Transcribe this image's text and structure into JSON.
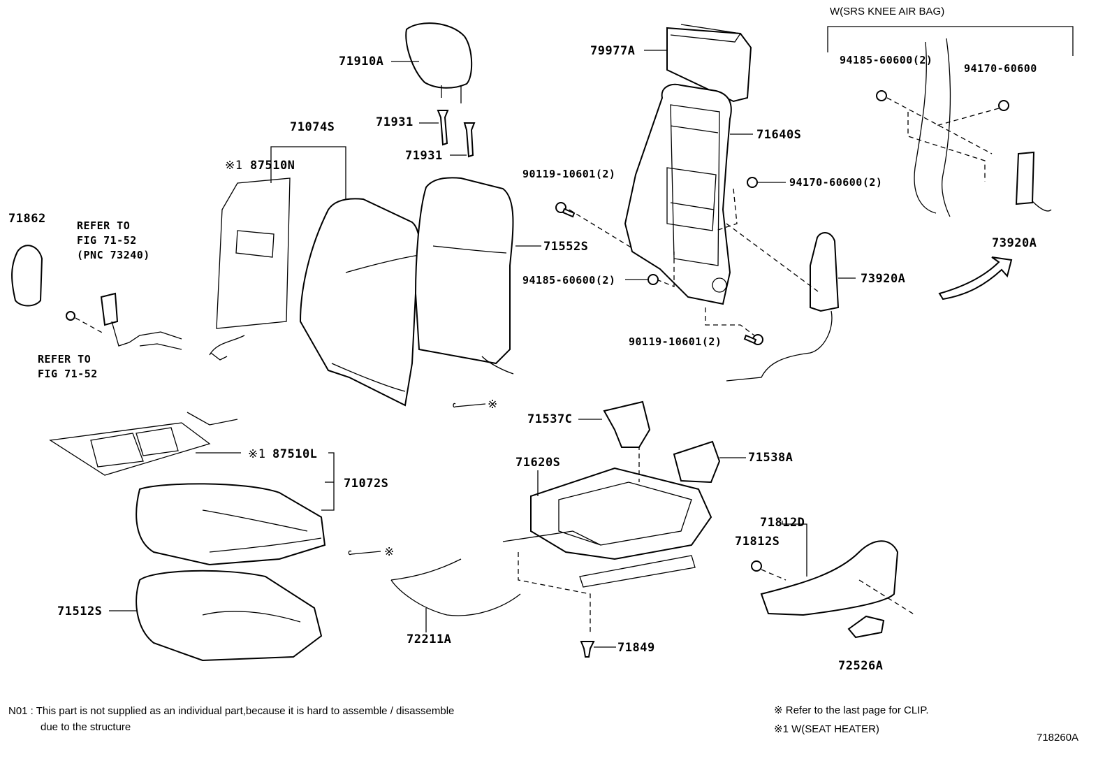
{
  "header": {
    "option_label": "W(SRS KNEE AIR BAG)"
  },
  "parts": {
    "p71910A": "71910A",
    "p71931a": "71931",
    "p71931b": "71931",
    "p79977A": "79977A",
    "p71074S": "71074S",
    "p87510N": "87510N",
    "p87510N_mark": "※1",
    "p71640S": "71640S",
    "p90119_top": "90119-10601(2)",
    "p94170_mid": "94170-60600(2)",
    "p71552S": "71552S",
    "p94185_mid": "94185-60600(2)",
    "p73920A_mid": "73920A",
    "p90119_bot": "90119-10601(2)",
    "p94185_top": "94185-60600(2)",
    "p94170_top": "94170-60600",
    "p73920A_right": "73920A",
    "p71862": "71862",
    "p71537C": "71537C",
    "p71538A": "71538A",
    "p71620S": "71620S",
    "p87510L": "87510L",
    "p87510L_mark": "※1",
    "p71072S": "71072S",
    "p71812D": "71812D",
    "p71812S": "71812S",
    "p71512S": "71512S",
    "p72211A": "72211A",
    "p71849": "71849",
    "p72526A": "72526A",
    "clip_mark_a": "※",
    "clip_mark_b": "※"
  },
  "references": {
    "ref_top_line1": "REFER TO",
    "ref_top_line2": "FIG 71-52",
    "ref_top_line3": "(PNC 73240)",
    "ref_bot_line1": "REFER TO",
    "ref_bot_line2": "FIG 71-52"
  },
  "footnotes": {
    "n01_line1": "N01 : This part is not supplied as an individual part,because it is hard to assemble / disassemble",
    "n01_line2": "due to the structure",
    "clip_note": "※   Refer to the last page for CLIP.",
    "heater_note": "※1  W(SEAT  HEATER)",
    "figure_id": "718260A"
  }
}
